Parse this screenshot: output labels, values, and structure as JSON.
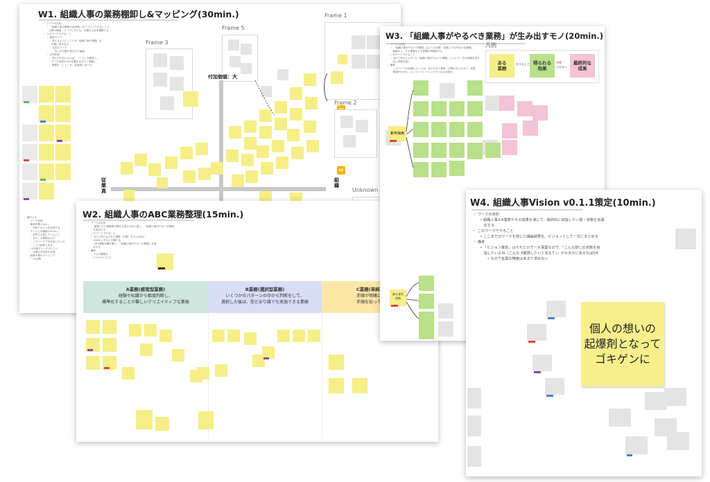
{
  "boards": {
    "w1": {
      "title": "W1. 組織人事の業務棚卸し&マッピング(30min.)",
      "frames": {
        "f1": "Frame 1",
        "f2": "Frame 2",
        "f3": "Frame 3",
        "f5": "Frame 5",
        "unknown": "Unknown"
      },
      "axes": {
        "top": "付加価値：大",
        "left": "従\n業\n員",
        "right": "組\n織"
      }
    },
    "w2": {
      "title": "W2. 組織人事のABC業務整理(15min.)",
      "columns": [
        {
          "name": "A業務(感覚型業務)",
          "desc1": "経験や知識から都度判断し、",
          "desc2": "標準化することが難しいクリエイティブな業務",
          "color": "#cfe6df"
        },
        {
          "name": "B業務(選択型業務)",
          "desc1": "いくつかのパターンの中から判断をして、",
          "desc2": "選択した後は、型どおり誰でも実施できる業務",
          "color": "#d8ddf8"
        },
        {
          "name": "C業務(単純",
          "desc1": "手順が明確に決",
          "desc2": "手順を知っていれば、",
          "color": "#fbe7a8"
        }
      ]
    },
    "w3": {
      "title": "W3. 「組織人事がやるべき業務」が生み出すモノ(20min.)",
      "legend_label": "凡例",
      "legend": [
        {
          "text": "ある\n業務",
          "color": "#f6ee86"
        },
        {
          "text": "得られる\n効果",
          "color": "#b9e08a"
        },
        {
          "text": "最終的な\n成果",
          "color": "#f3c3d6"
        }
      ],
      "node": "新卒採用",
      "note2": "あとまだ\n分析"
    },
    "w4": {
      "title": "W4. 組織人事Vision v0.1.1策定(10min.)",
      "bullets": [
        "・ ワークの目的",
        "　　• 組織人事のA業務やその成果を通じて、最終的に目指したい姿・状態を言語",
        "　　　化する",
        "・ このワークでやること",
        "　　• ここまでのワークを通じた議論結果を、ビジョンとして一文にまとめる",
        "・ 備考",
        "　　• 「ビジョン策定」はそれだけで一大事業なので、「こんな感じの状態を目",
        "　　　指したいよね（こんな A業務したいと言えて）」が大まかに言えればOK",
        "　　　　• なので言葉の精度はあまり求めない"
      ],
      "big_note": "個人の想いの\n起爆剤となって\nゴキゲンに"
    }
  },
  "colors": {
    "yellow": "#f6ee86",
    "green": "#b9e08a",
    "pink": "#f3c3d6",
    "tag_green": "#5cb85c",
    "tag_blue": "#4a7fd4",
    "tag_purple": "#8e44ad",
    "tag_red": "#e0453a"
  }
}
